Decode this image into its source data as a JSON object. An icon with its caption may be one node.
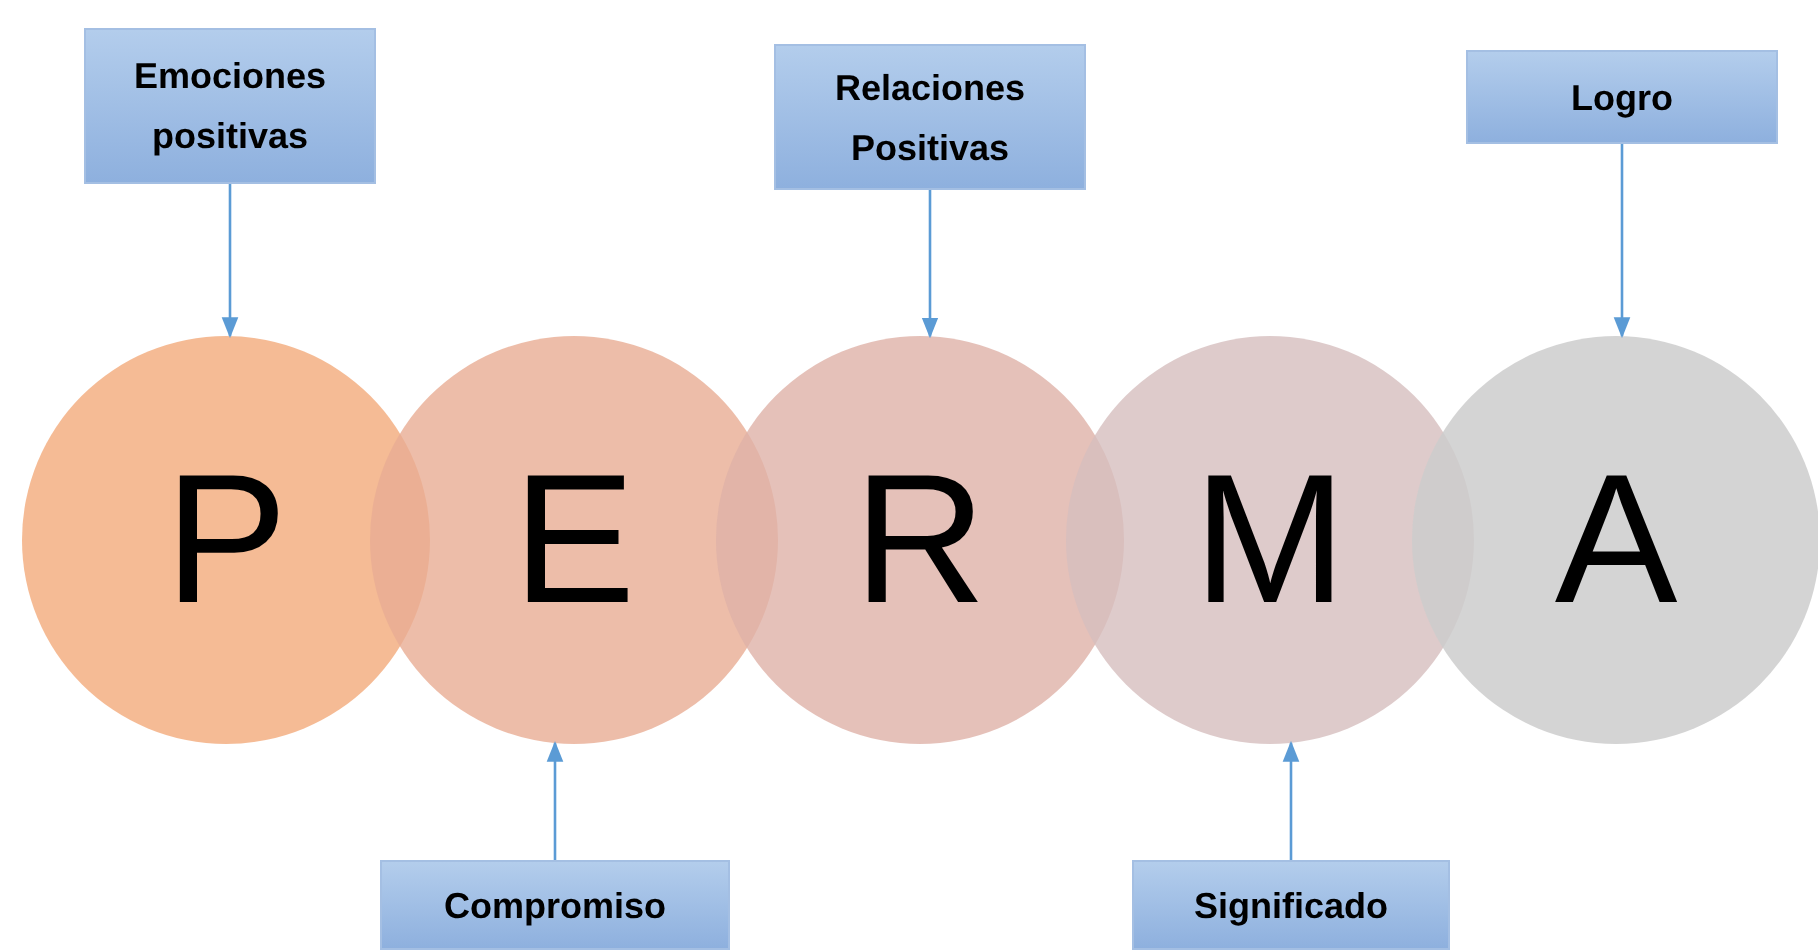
{
  "diagram": {
    "nodes": [
      {
        "text": [
          "Emociones positivas"
        ]
      },
      {
        "text": [
          "Relaciones Positivas"
        ]
      },
      {
        "text": [
          "Logro"
        ]
      },
      {
        "text": [
          "P"
        ]
      },
      {
        "text": [
          "E"
        ]
      },
      {
        "text": [
          "R"
        ]
      },
      {
        "text": [
          "M"
        ]
      },
      {
        "text": [
          "A"
        ]
      },
      {
        "text": [
          "Compromiso"
        ]
      },
      {
        "text": [
          "Significado"
        ]
      }
    ],
    "edges": [
      {
        "from": 0,
        "to": 3,
        "arrow": "to"
      },
      {
        "from": 1,
        "to": 5,
        "arrow": "to"
      },
      {
        "from": 2,
        "to": 7,
        "arrow": "to"
      },
      {
        "from": 8,
        "to": 4,
        "arrow": "to"
      },
      {
        "from": 9,
        "to": 6,
        "arrow": "to"
      }
    ]
  }
}
